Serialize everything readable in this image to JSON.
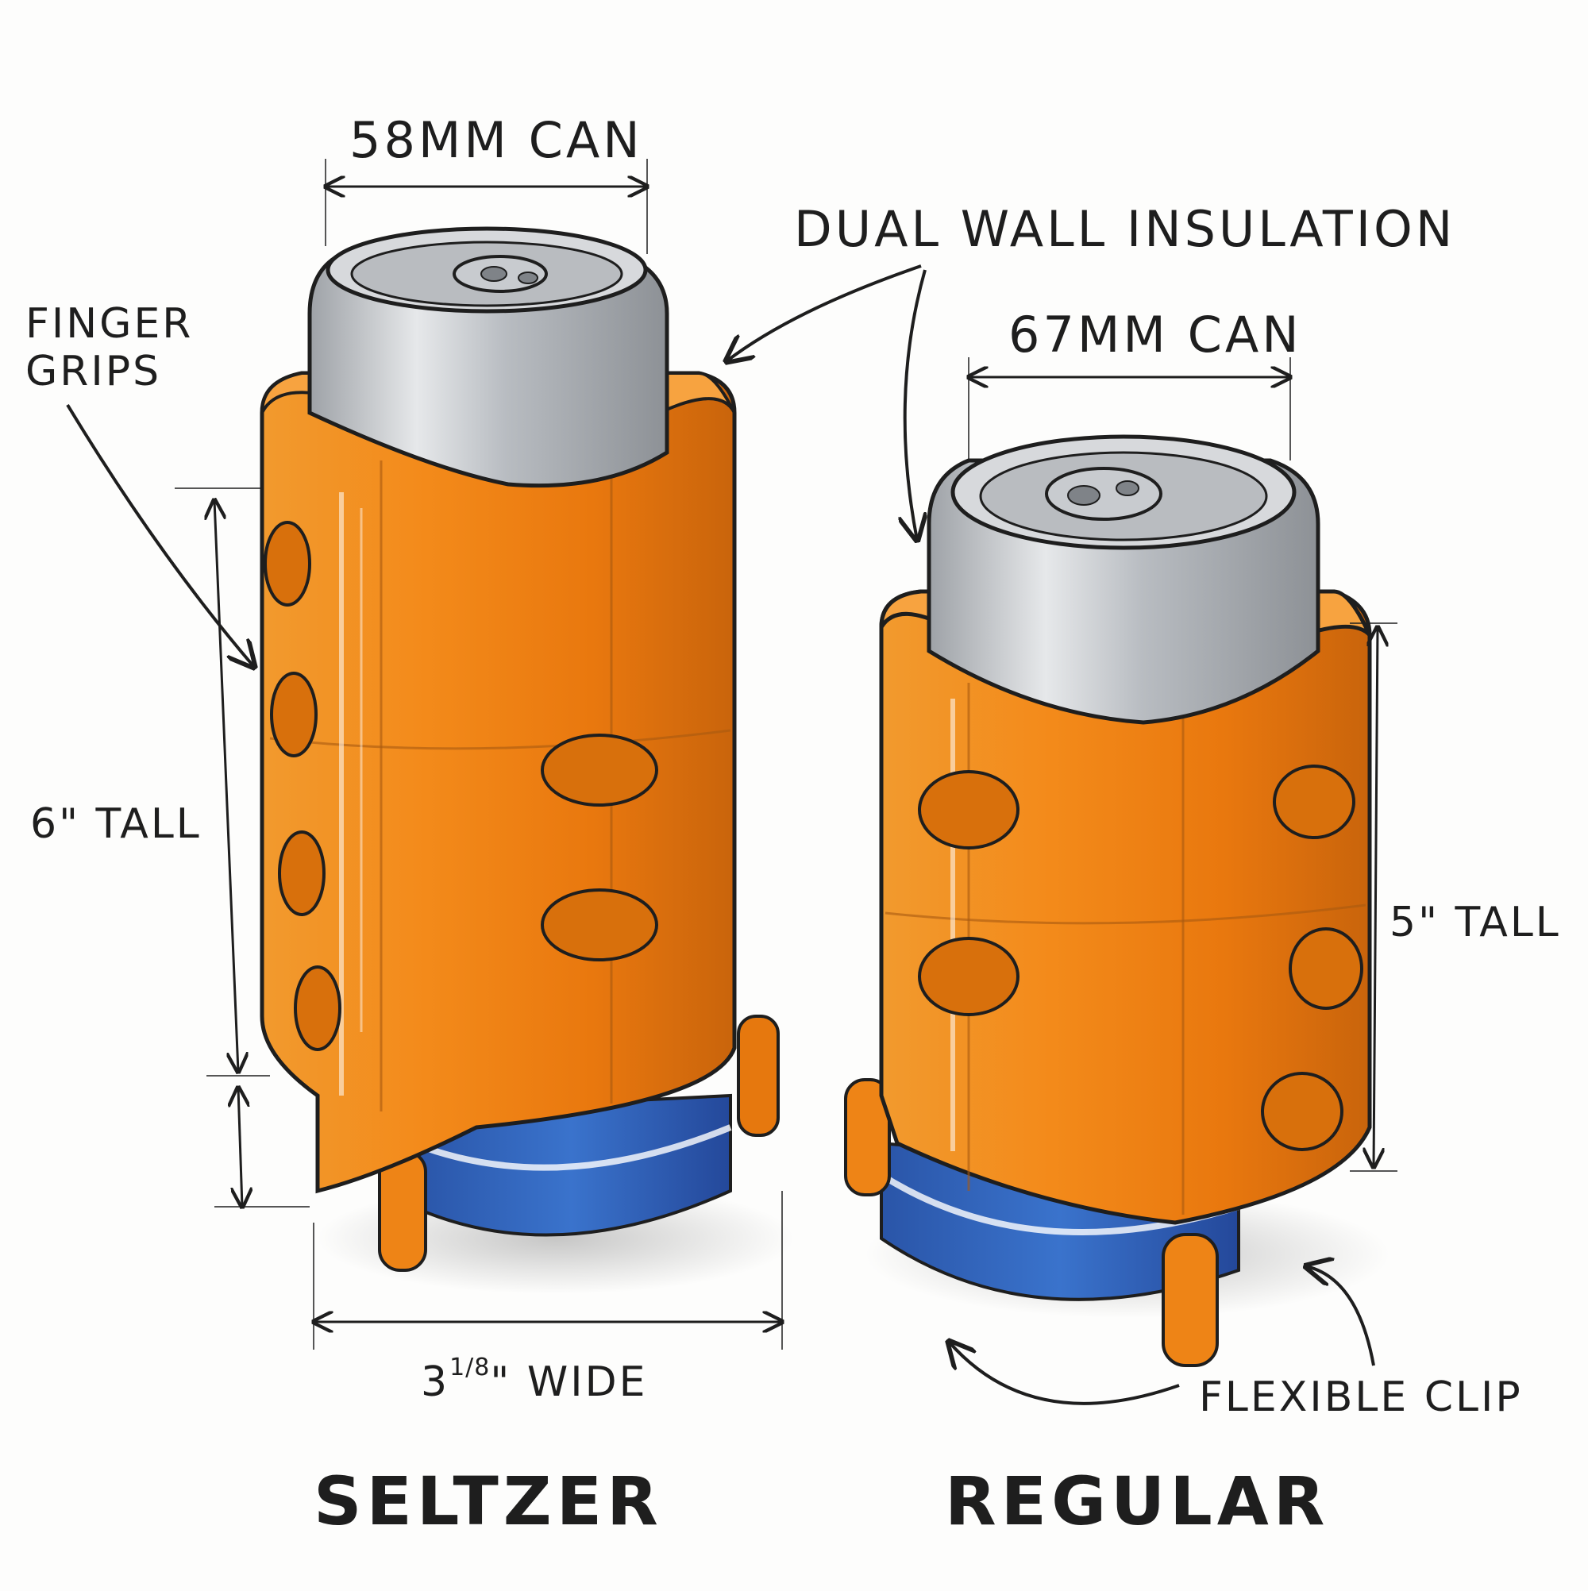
{
  "colors": {
    "sleeve_orange": "#f08a1c",
    "sleeve_dark": "#c9640c",
    "can_silver": "#c9ccd0",
    "base_blue": "#2f62b8",
    "ink": "#1e1e1e"
  },
  "labels": {
    "seltzer_can_width": "58MM CAN",
    "regular_can_width": "67MM CAN",
    "insulation": "DUAL WALL INSULATION",
    "finger_grips_line1": "FINGER",
    "finger_grips_line2": "GRIPS",
    "seltzer_height": "6\" TALL",
    "regular_height": "5\" TALL",
    "base_width_whole": "3",
    "base_width_fraction": "1/8",
    "base_width_rest": "\" WIDE",
    "flexible_clip": "FLEXIBLE CLIP",
    "seltzer_title": "SELTZER",
    "regular_title": "REGULAR"
  }
}
